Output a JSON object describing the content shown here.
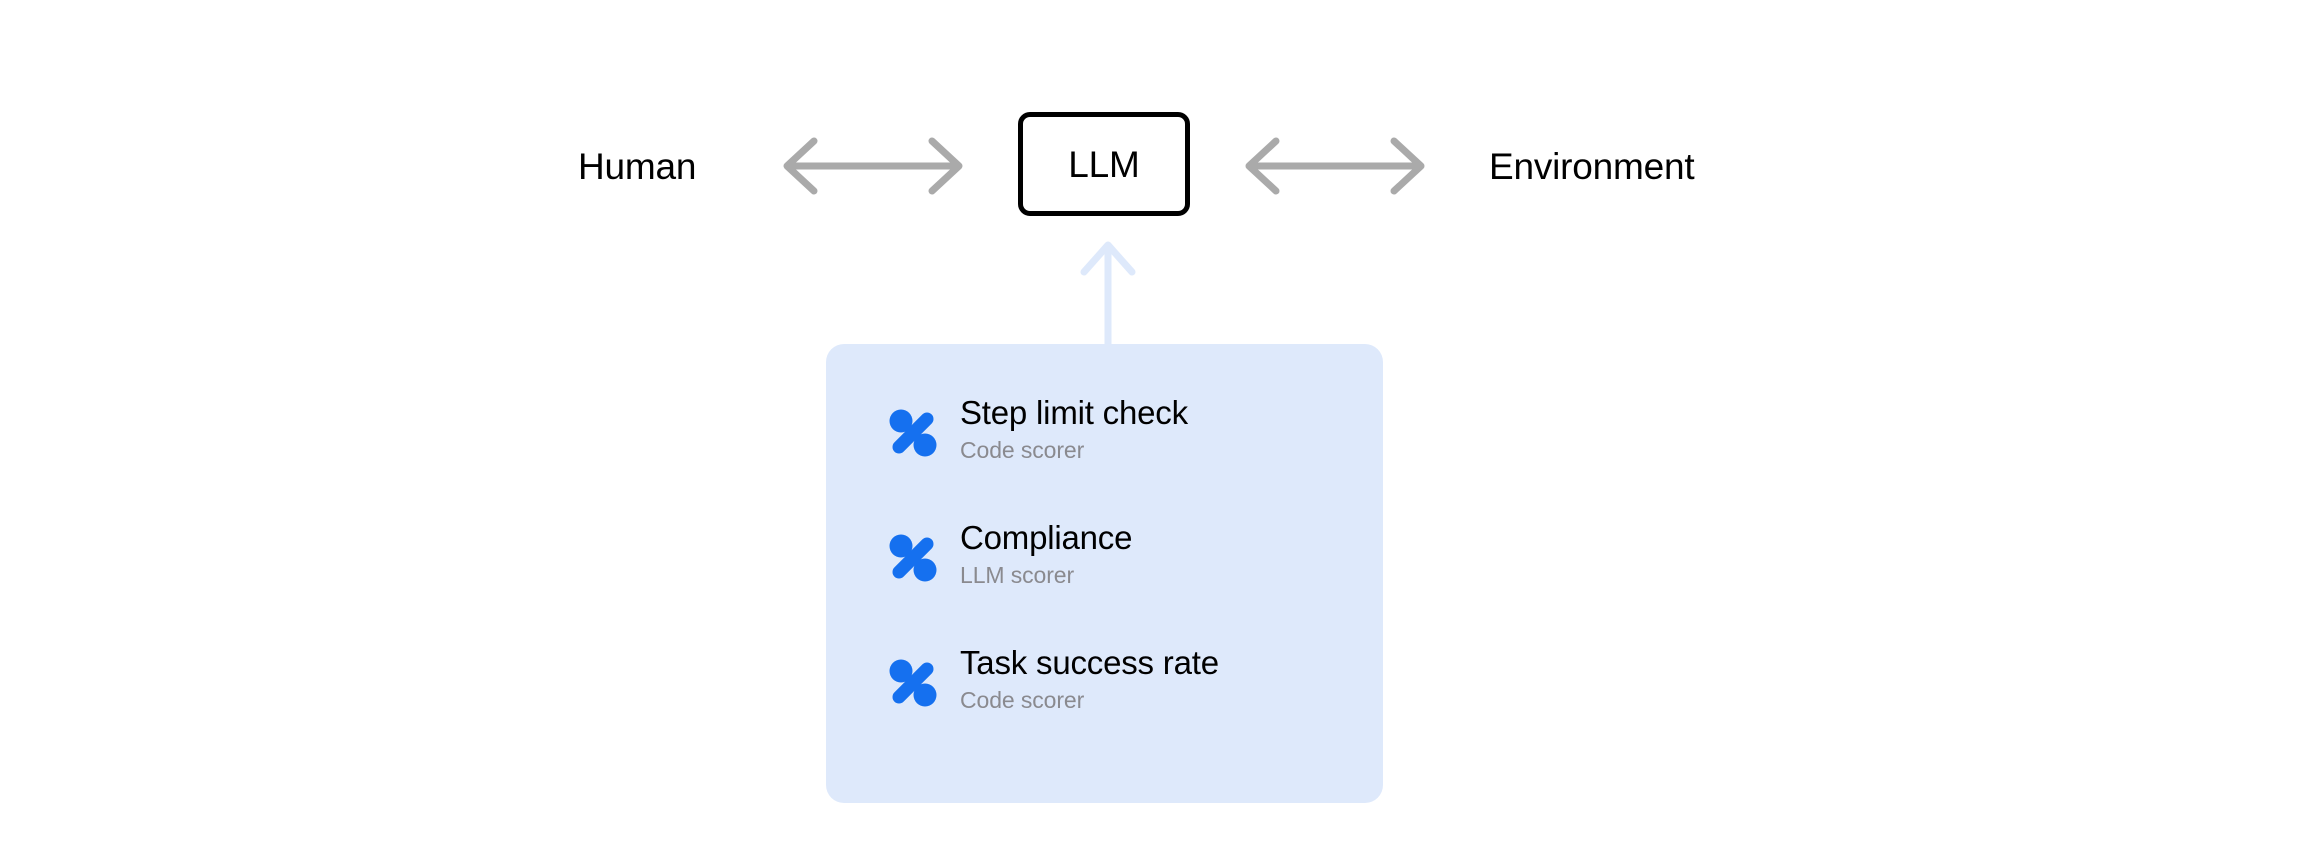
{
  "diagram": {
    "left_node": {
      "label": "Human"
    },
    "center_node": {
      "label": "LLM"
    },
    "right_node": {
      "label": "Environment"
    },
    "arrows": {
      "human_to_llm": {
        "icon": "double-headed-horizontal-arrow-icon",
        "color": "#aaaaaa"
      },
      "llm_to_environment": {
        "icon": "double-headed-horizontal-arrow-icon",
        "color": "#aaaaaa"
      },
      "scorers_to_llm": {
        "icon": "up-arrow-icon",
        "color": "#dee9fb"
      }
    },
    "colors": {
      "panel_background": "#dee9fb",
      "icon_blue": "#1570ef",
      "node_border": "#000000",
      "arrow_gray": "#aaaaaa",
      "subtitle_gray": "#8a8a8f"
    }
  },
  "scorer_panel": {
    "items": [
      {
        "icon": "percent-icon",
        "title": "Step limit check",
        "subtitle": "Code scorer"
      },
      {
        "icon": "percent-icon",
        "title": "Compliance",
        "subtitle": "LLM scorer"
      },
      {
        "icon": "percent-icon",
        "title": "Task success rate",
        "subtitle": "Code scorer"
      }
    ]
  }
}
